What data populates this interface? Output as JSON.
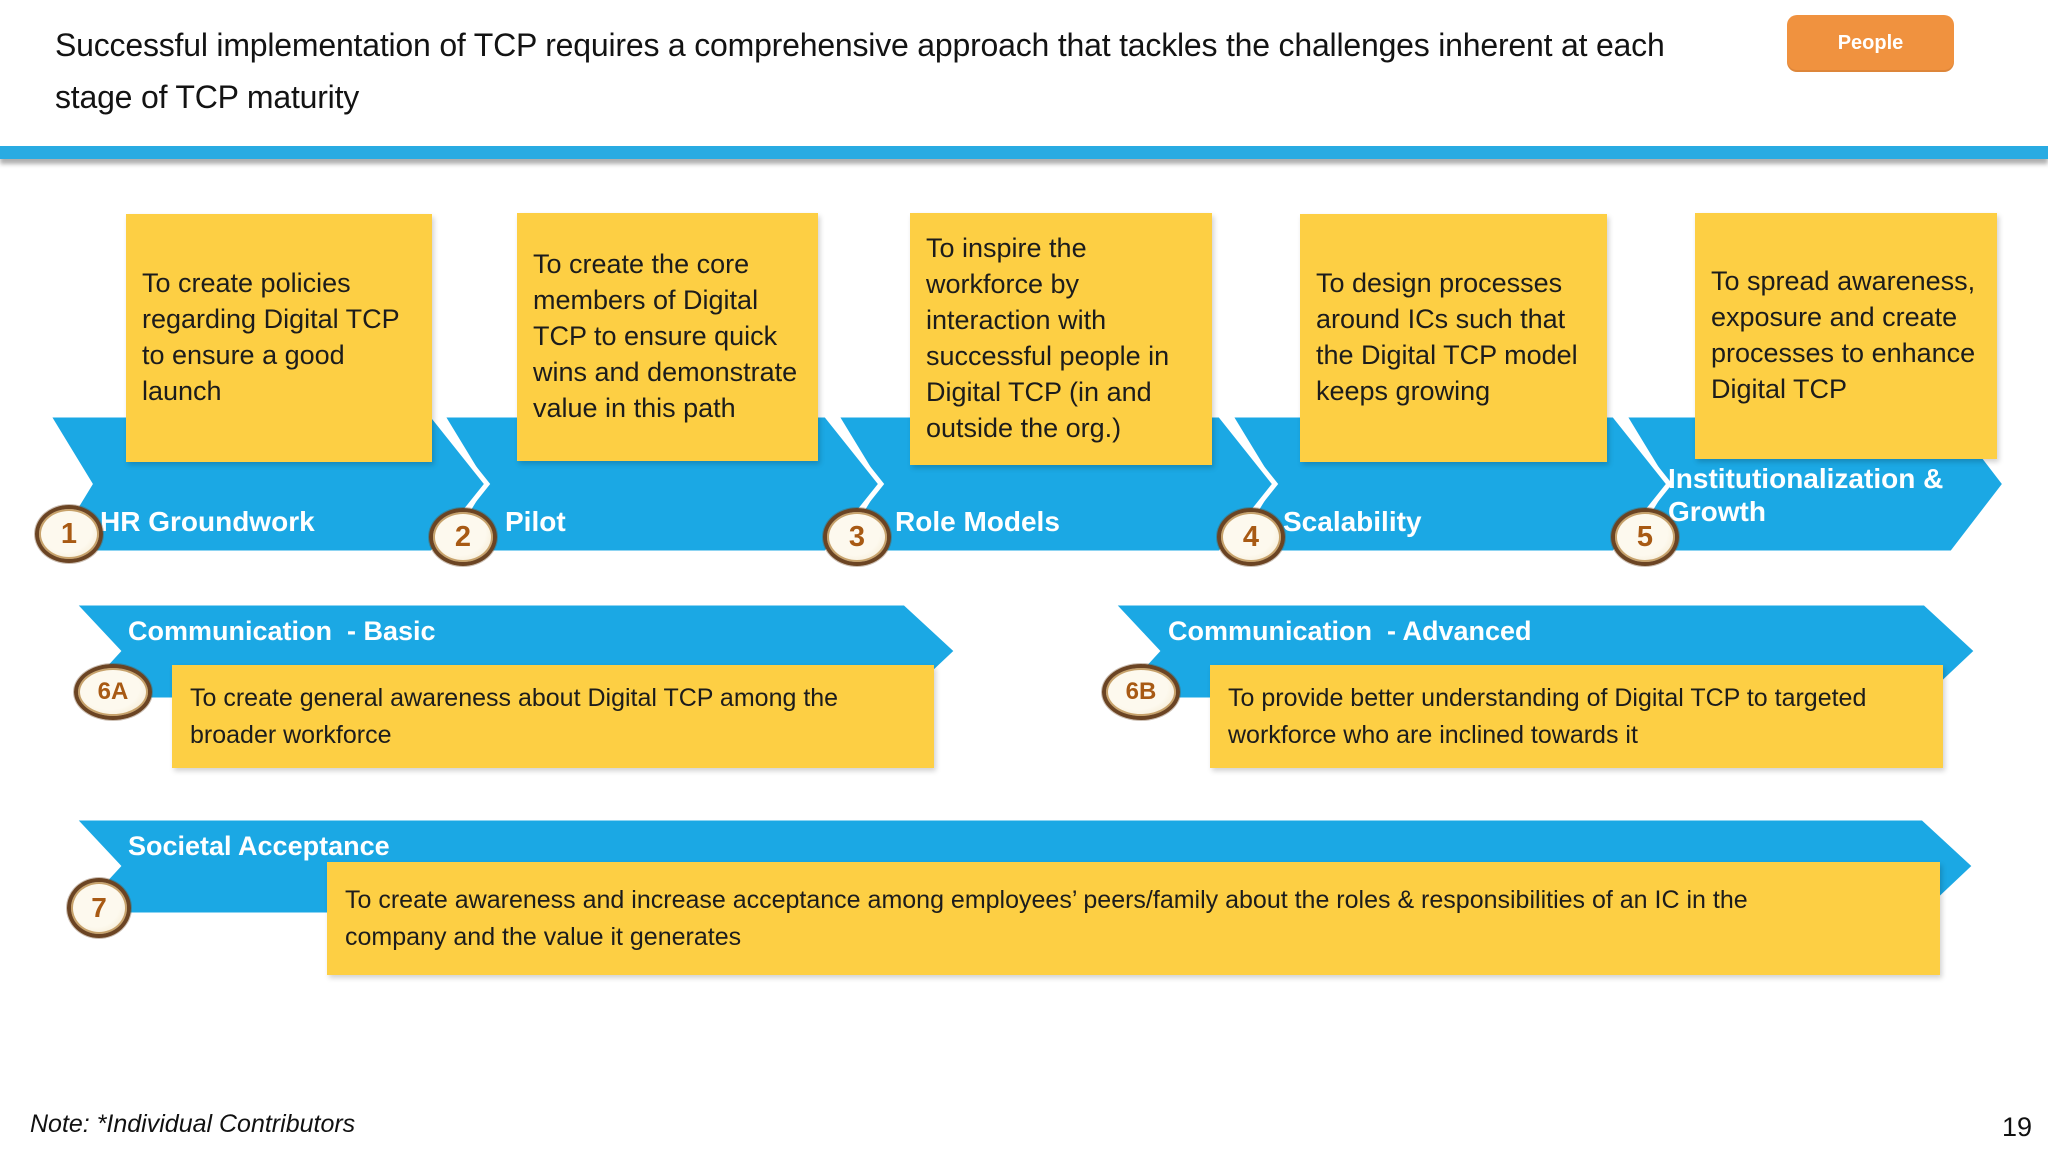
{
  "slide": {
    "title": "Successful implementation of TCP requires a comprehensive approach that tackles the challenges inherent at each stage of TCP maturity",
    "category_tag": "People",
    "footnote": "Note: *Individual Contributors",
    "page_number": "19"
  },
  "colors": {
    "arrow_blue": "#1BA8E4",
    "divider_blue": "#29ABE2",
    "box_yellow": "#FDCF44",
    "tag_orange": "#F0923F",
    "badge_border_brown": "#6B4423",
    "badge_fill_cream": "#FDF9EE",
    "badge_number_brown": "#A85A14",
    "label_white": "#FFFFFF"
  },
  "stages": [
    {
      "num": "1",
      "label": "HR Groundwork",
      "description": "To create policies\nregarding Digital TCP\nto ensure a good\nlaunch"
    },
    {
      "num": "2",
      "label": "Pilot",
      "description": "To create the core\nmembers of Digital\nTCP to ensure quick\nwins and demonstrate\nvalue in this path"
    },
    {
      "num": "3",
      "label": "Role Models",
      "description": "To inspire the\nworkforce by\ninteraction with\nsuccessful people in\nDigital TCP (in and\noutside the org.)"
    },
    {
      "num": "4",
      "label": "Scalability",
      "description": "To design processes\naround ICs such that\nthe Digital TCP model\nkeeps growing"
    },
    {
      "num": "5",
      "label": "Institutionalization &\nGrowth",
      "description": "To spread awareness,\nexposure and create\nprocesses to enhance\nDigital TCP"
    }
  ],
  "bands": [
    {
      "num": "6A",
      "label": "Communication  - Basic",
      "description": "To create general awareness about Digital TCP among the\nbroader workforce"
    },
    {
      "num": "6B",
      "label": "Communication  - Advanced",
      "description": "To provide better understanding of Digital TCP to targeted\nworkforce who are inclined towards it"
    },
    {
      "num": "7",
      "label": "Societal Acceptance",
      "description": "To create awareness and increase acceptance among employees’ peers/family about the roles & responsibilities of an IC in the\ncompany and the value it generates"
    }
  ]
}
